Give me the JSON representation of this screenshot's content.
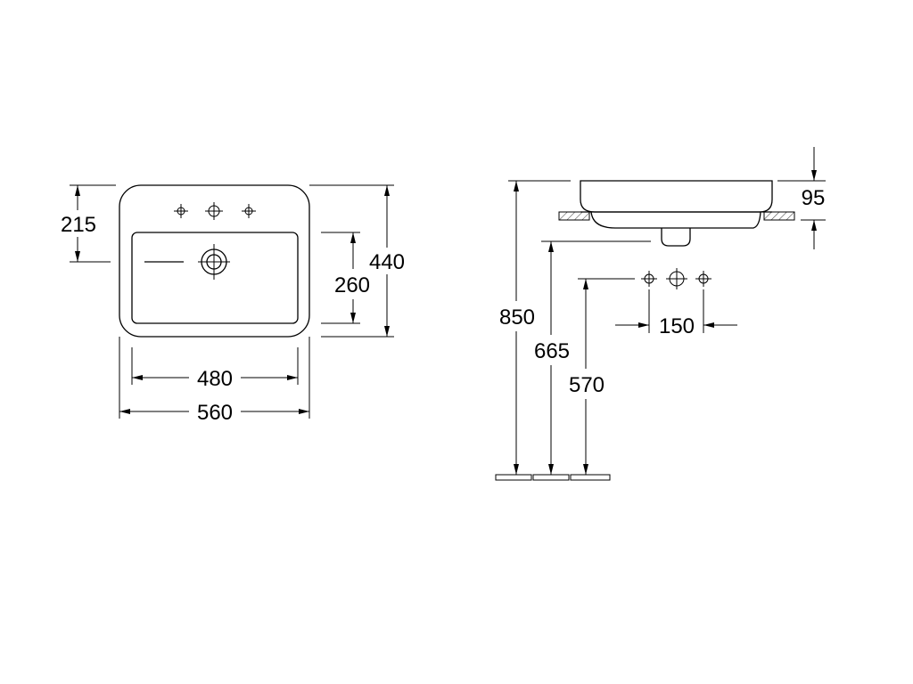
{
  "top_view": {
    "dimensions": {
      "depth_to_tap": "215",
      "outer_depth": "440",
      "bowl_depth": "260",
      "bowl_width": "480",
      "outer_width": "560"
    }
  },
  "side_view": {
    "dimensions": {
      "rim_height": "850",
      "bowl_bottom_height": "665",
      "tap_height": "570",
      "basin_height": "95",
      "tap_spacing": "150"
    }
  }
}
